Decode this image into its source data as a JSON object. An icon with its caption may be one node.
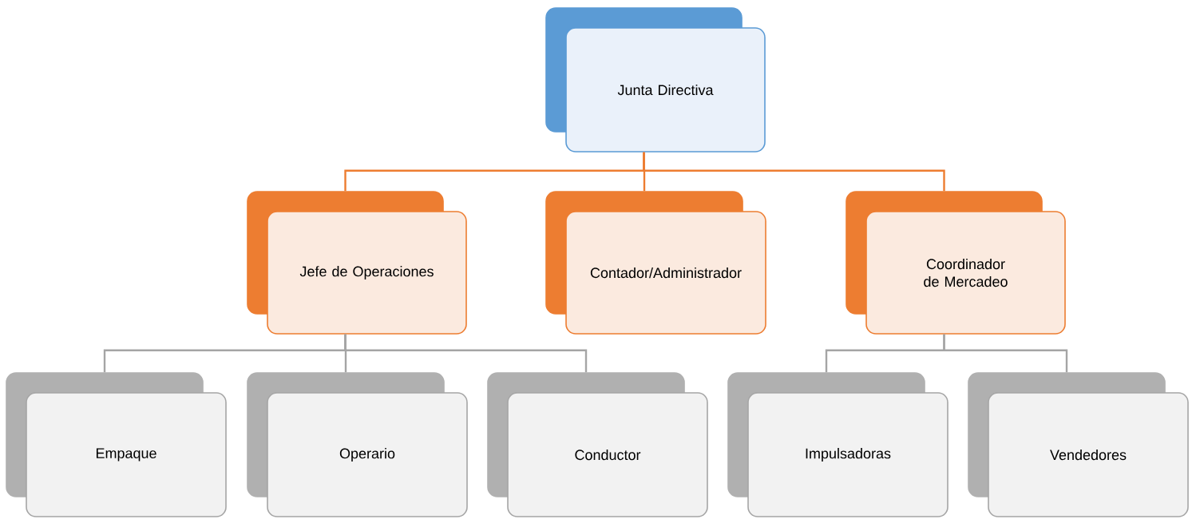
{
  "diagram": {
    "nodes": [
      {
        "text": [
          "Junta Directiva"
        ]
      },
      {
        "text": [
          "Jefe de Operaciones"
        ]
      },
      {
        "text": [
          "Contador/Administrador"
        ]
      },
      {
        "text": [
          "Coordinador de Mercadeo"
        ]
      },
      {
        "text": [
          "Empaque"
        ]
      },
      {
        "text": [
          "Operario"
        ]
      },
      {
        "text": [
          "Conductor"
        ]
      },
      {
        "text": [
          "Impulsadoras"
        ]
      },
      {
        "text": [
          "Vendedores"
        ]
      }
    ],
    "edges": [
      {
        "from": 0,
        "to": 1,
        "arrow": "none",
        "color": "#ed7d31"
      },
      {
        "from": 0,
        "to": 2,
        "arrow": "none",
        "color": "#ed7d31"
      },
      {
        "from": 0,
        "to": 3,
        "arrow": "none",
        "color": "#ed7d31"
      },
      {
        "from": 1,
        "to": 4,
        "arrow": "none"
      },
      {
        "from": 1,
        "to": 5,
        "arrow": "none"
      },
      {
        "from": 1,
        "to": 6,
        "arrow": "none"
      },
      {
        "from": 3,
        "to": 7,
        "arrow": "none"
      },
      {
        "from": 3,
        "to": 8,
        "arrow": "none"
      }
    ]
  }
}
